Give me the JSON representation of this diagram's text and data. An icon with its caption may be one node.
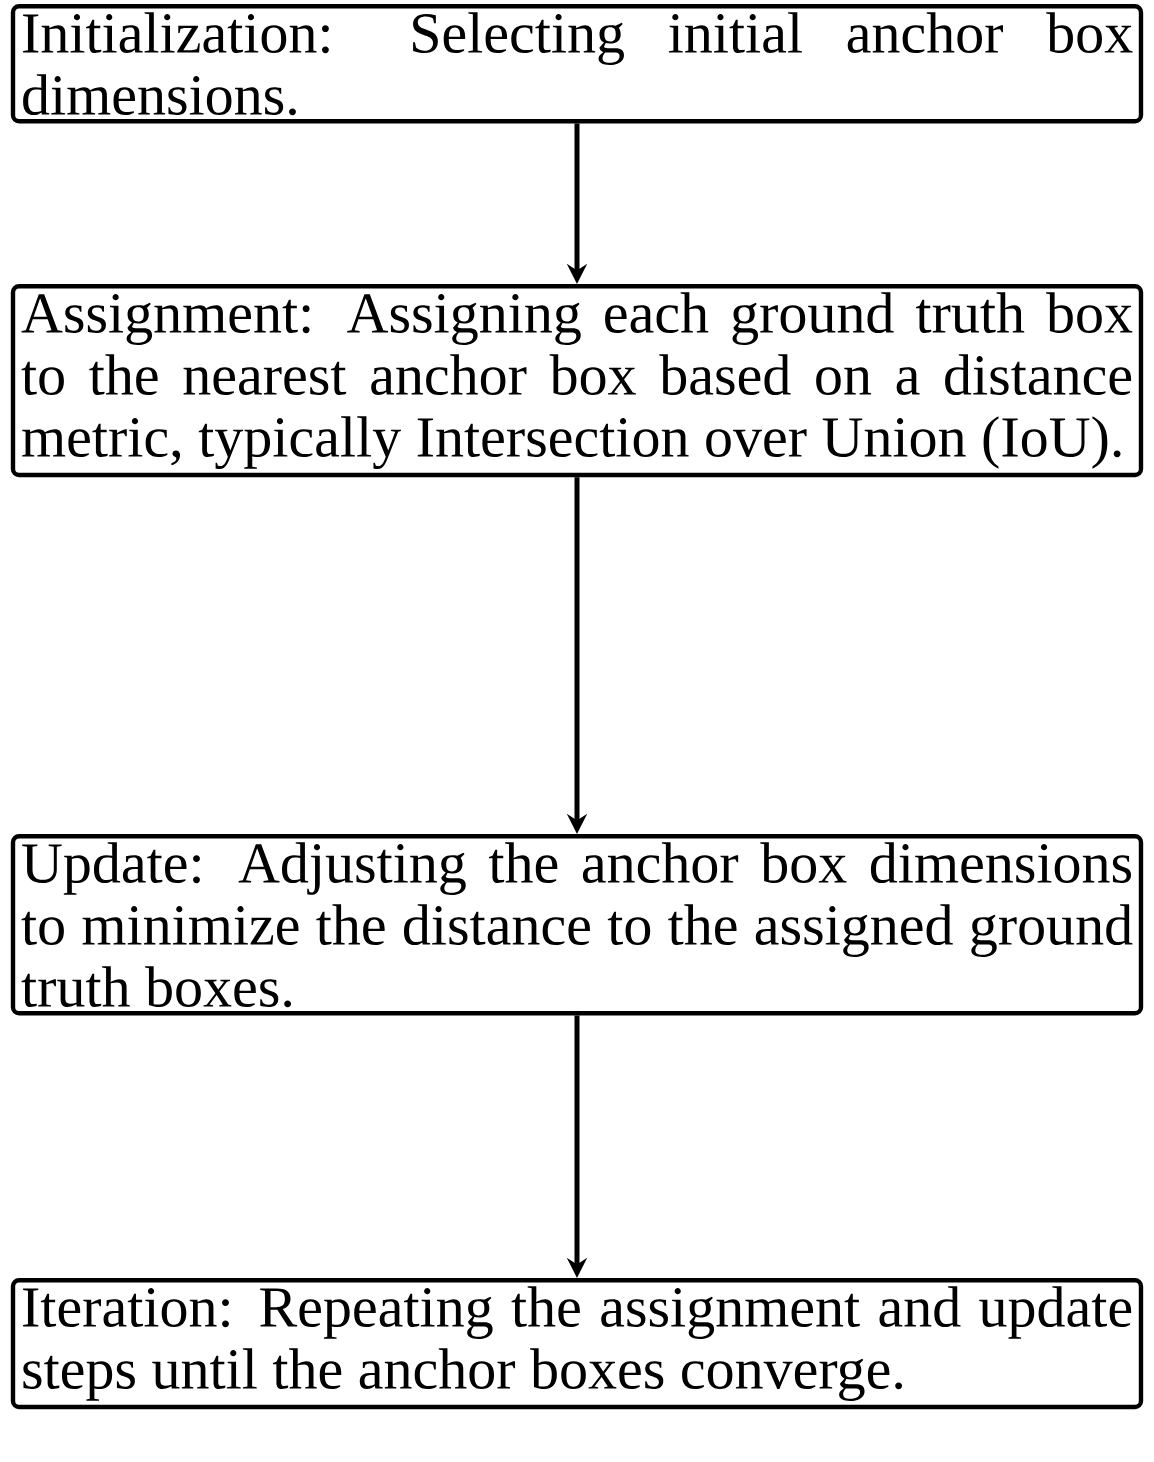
{
  "diagram": {
    "nodes": [
      {
        "text": [
          "Initialization: Selecting initial anchor box dimensions."
        ]
      },
      {
        "text": [
          "Assignment: Assigning each ground truth box to the nearest anchor box based on a distance metric, typically Intersection over Union (IoU)."
        ]
      },
      {
        "text": [
          "Update: Adjusting the anchor box dimensions to minimize the distance to the assigned ground truth boxes."
        ]
      },
      {
        "text": [
          "Iteration: Repeating the assignment and update steps until the anchor boxes converge."
        ]
      }
    ],
    "edges": [
      {
        "from": 0,
        "to": 1,
        "arrow": "to"
      },
      {
        "from": 1,
        "to": 2,
        "arrow": "to"
      },
      {
        "from": 2,
        "to": 3,
        "arrow": "to"
      }
    ]
  }
}
